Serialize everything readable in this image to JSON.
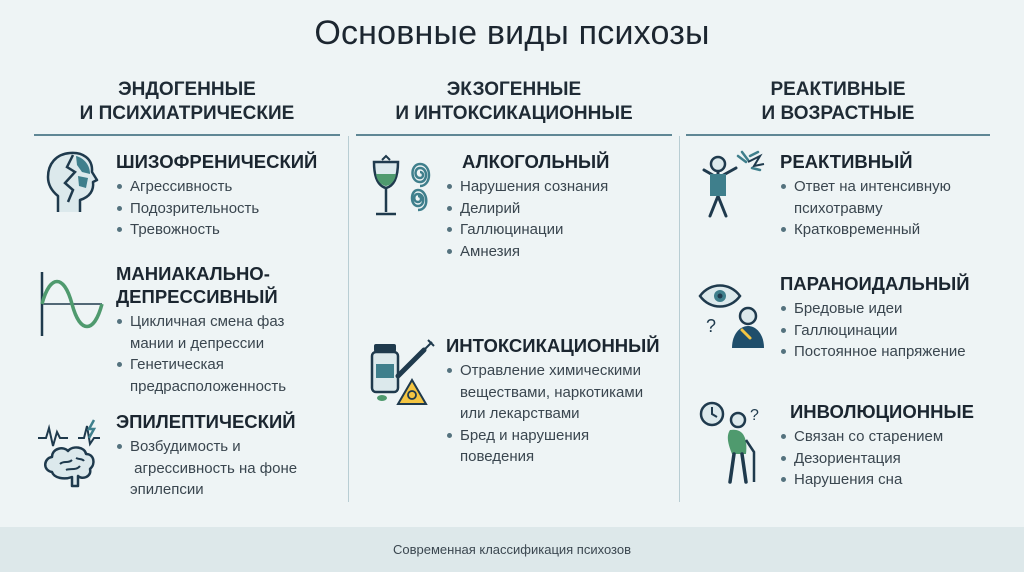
{
  "title": "Основные виды психозы",
  "footer": "Современная классификация психозов",
  "columns": [
    {
      "heading": [
        "ЭНДОГЕННЫЕ",
        "И ПСИХИАТРИЧЕСКИЕ"
      ],
      "blocks": [
        {
          "icon": "head-broken-icon",
          "title": [
            "ШИЗОФРЕНИЧЕСКИЙ"
          ],
          "items": [
            [
              "Агрессивность"
            ],
            [
              "Подозрительность"
            ],
            [
              "Тревожность"
            ]
          ]
        },
        {
          "icon": "sine-wave-icon",
          "title": [
            "МАНИАКАЛЬНО-",
            "ДЕПРЕССИВНЫЙ"
          ],
          "items": [
            [
              "Цикличная смена фаз",
              "мании и депрессии"
            ],
            [
              "Генетическая",
              "предрасположенность"
            ]
          ]
        },
        {
          "icon": "brain-lightning-icon",
          "title": [
            "ЭПИЛЕПТИЧЕСКИЙ"
          ],
          "items": [
            [
              "Возбудимость и",
              " агрессивность на фоне",
              "эпилепсии"
            ]
          ]
        }
      ]
    },
    {
      "heading": [
        "ЭКЗОГЕННЫЕ",
        "И ИНТОКСИКАЦИОННЫЕ"
      ],
      "blocks": [
        {
          "icon": "wine-glass-spiral-icon",
          "title": [
            "АЛКОГОЛЬНЫЙ"
          ],
          "items": [
            [
              "Нарушения сознания"
            ],
            [
              "Делирий"
            ],
            [
              "Галлюцинации"
            ],
            [
              "Амнезия"
            ]
          ]
        },
        {
          "icon": "pills-syringe-biohazard-icon",
          "title": [
            "ИНТОКСИКАЦИОННЫЙ"
          ],
          "items": [
            [
              "Отравление химическими",
              "веществами, наркотиками",
              "или лекарствами"
            ],
            [
              "Бред и нарушения",
              "поведения"
            ]
          ]
        }
      ]
    },
    {
      "heading": [
        "РЕАКТИВНЫЕ",
        "И ВОЗРАСТНЫЕ"
      ],
      "blocks": [
        {
          "icon": "shocked-person-icon",
          "title": [
            "РЕАКТИВНЫЙ"
          ],
          "items": [
            [
              "Ответ на интенсивную",
              "психотравму"
            ],
            [
              "Кратковременный"
            ]
          ]
        },
        {
          "icon": "eye-person-question-icon",
          "title": [
            "ПАРАНОИДАЛЬНЫЙ"
          ],
          "items": [
            [
              "Бредовые идеи"
            ],
            [
              "Галлюцинации"
            ],
            [
              "Постоянное напряжение"
            ]
          ]
        },
        {
          "icon": "clock-elderly-person-icon",
          "title": [
            "ИНВОЛЮЦИОННЫЕ"
          ],
          "items": [
            [
              "Связан со старением"
            ],
            [
              "Дезориентация"
            ],
            [
              "Нарушения сна"
            ]
          ]
        }
      ]
    }
  ],
  "colors": {
    "accent": "#3f7f8c",
    "navy": "#1f3a4d",
    "background": "#eef4f5",
    "divider": "#5f8795"
  }
}
